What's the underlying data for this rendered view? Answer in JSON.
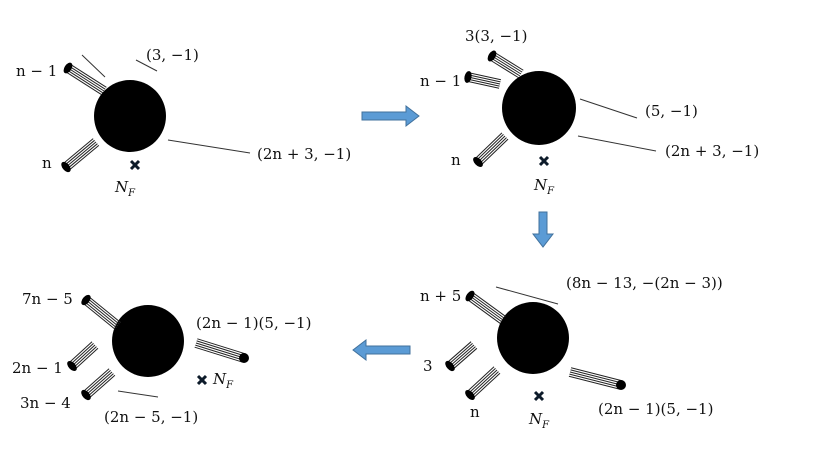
{
  "panels": [
    {
      "id": "top-left",
      "labels": {
        "leg_upper": "n − 1",
        "leg_lower": "n",
        "line_a": "(3, −1)",
        "line_b": "(2n + 3, −1)"
      },
      "nf": {
        "main": "N",
        "sub": "F"
      }
    },
    {
      "id": "top-right",
      "labels": {
        "leg_top": "3(3, −1)",
        "leg_upper": "n − 1",
        "leg_lower": "n",
        "line_a": "(5, −1)",
        "line_b": "(2n + 3, −1)"
      },
      "nf": {
        "main": "N",
        "sub": "F"
      }
    },
    {
      "id": "bottom-right",
      "labels": {
        "leg_upper": "n + 5",
        "leg_mid": "3",
        "leg_lower": "n",
        "line_a": "(8n − 13, −(2n − 3))",
        "leg_right": "(2n − 1)(5, −1)"
      },
      "nf": {
        "main": "N",
        "sub": "F"
      }
    },
    {
      "id": "bottom-left",
      "labels": {
        "leg_upper": "7n − 5",
        "leg_mid": "2n − 1",
        "leg_lower": "3n − 4",
        "line_a": "(2n − 5, −1)",
        "leg_right": "(2n − 1)(5, −1)"
      },
      "nf": {
        "main": "N",
        "sub": "F"
      }
    }
  ],
  "colors": {
    "disk": "#000000",
    "arrow_fill": "#5b9bd5",
    "arrow_stroke": "#41719c",
    "line": "#333333"
  }
}
